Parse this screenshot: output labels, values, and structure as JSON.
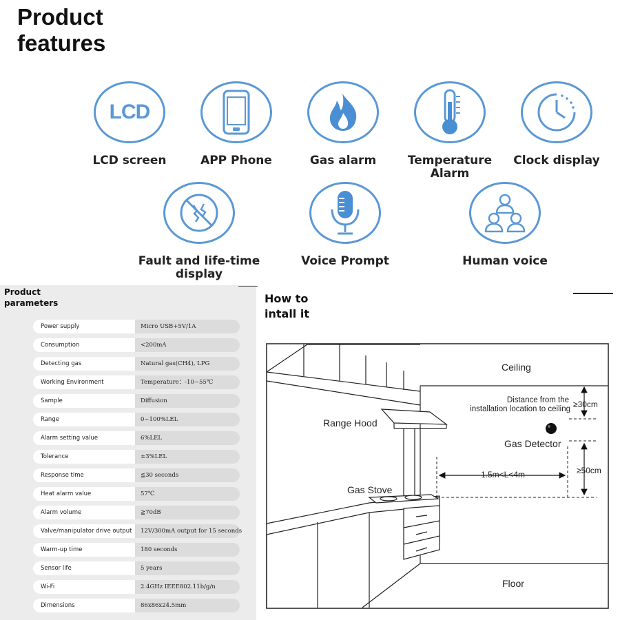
{
  "title": {
    "line1": "Product",
    "line2": "features"
  },
  "features": [
    {
      "label": "LCD screen",
      "icon": "lcd-icon",
      "icon_text": "LCD"
    },
    {
      "label": "APP Phone",
      "icon": "phone-icon"
    },
    {
      "label": "Gas alarm",
      "icon": "flame-icon"
    },
    {
      "label": "Temperature Alarm",
      "icon": "thermometer-icon"
    },
    {
      "label": "Clock display",
      "icon": "clock-icon"
    },
    {
      "label": "Fault and life-time display",
      "icon": "fault-icon"
    },
    {
      "label": "Voice Prompt",
      "icon": "microphone-icon"
    },
    {
      "label": "Human voice",
      "icon": "people-icon"
    }
  ],
  "parameters": {
    "title_line1": "Product",
    "title_line2": "parameters",
    "rows": [
      {
        "key": "Power supply",
        "value": "Micro USB+5V/1A"
      },
      {
        "key": "Consumption",
        "value": "<200mA"
      },
      {
        "key": "Detecting gas",
        "value": "Natural gas(CH4), LPG"
      },
      {
        "key": "Working Environment",
        "value": "Temperature：-10~55℃"
      },
      {
        "key": "Sample",
        "value": "Diffusion"
      },
      {
        "key": "Range",
        "value": "0~100%LEL"
      },
      {
        "key": "Alarm setting value",
        "value": "6%LEL"
      },
      {
        "key": "Tolerance",
        "value": "±3%LEL"
      },
      {
        "key": "Response time",
        "value": "≦30 seconds"
      },
      {
        "key": "Heat alarm value",
        "value": "57℃"
      },
      {
        "key": "Alarm volume",
        "value": "≧70dB"
      },
      {
        "key": "Valve/manipulator drive output",
        "value": "12V/300mA output for 15 seconds"
      },
      {
        "key": "Warm-up time",
        "value": "180 seconds"
      },
      {
        "key": "Sensor life",
        "value": "5 years"
      },
      {
        "key": "Wi-Fi",
        "value": "2.4GHz IEEE802.11b/g/n"
      },
      {
        "key": "Dimensions",
        "value": "86x86x24.5mm"
      }
    ]
  },
  "install": {
    "title_line1": "How to",
    "title_line2": "intall it",
    "diagram": {
      "ceiling": "Ceiling",
      "floor": "Floor",
      "range_hood": "Range Hood",
      "gas_stove": "Gas Stove",
      "gas_detector": "Gas Detector",
      "distance_line1": "Distance from the",
      "distance_line2": "installation location to ceiling",
      "ceiling_gap": "≥30cm",
      "height_gap": "≥50cm",
      "horizontal_range": "1.5m<L<4m"
    }
  },
  "colors": {
    "icon_blue": "#5a98d6",
    "panel_bg": "#ececec",
    "value_bg": "#dcdcdc"
  }
}
